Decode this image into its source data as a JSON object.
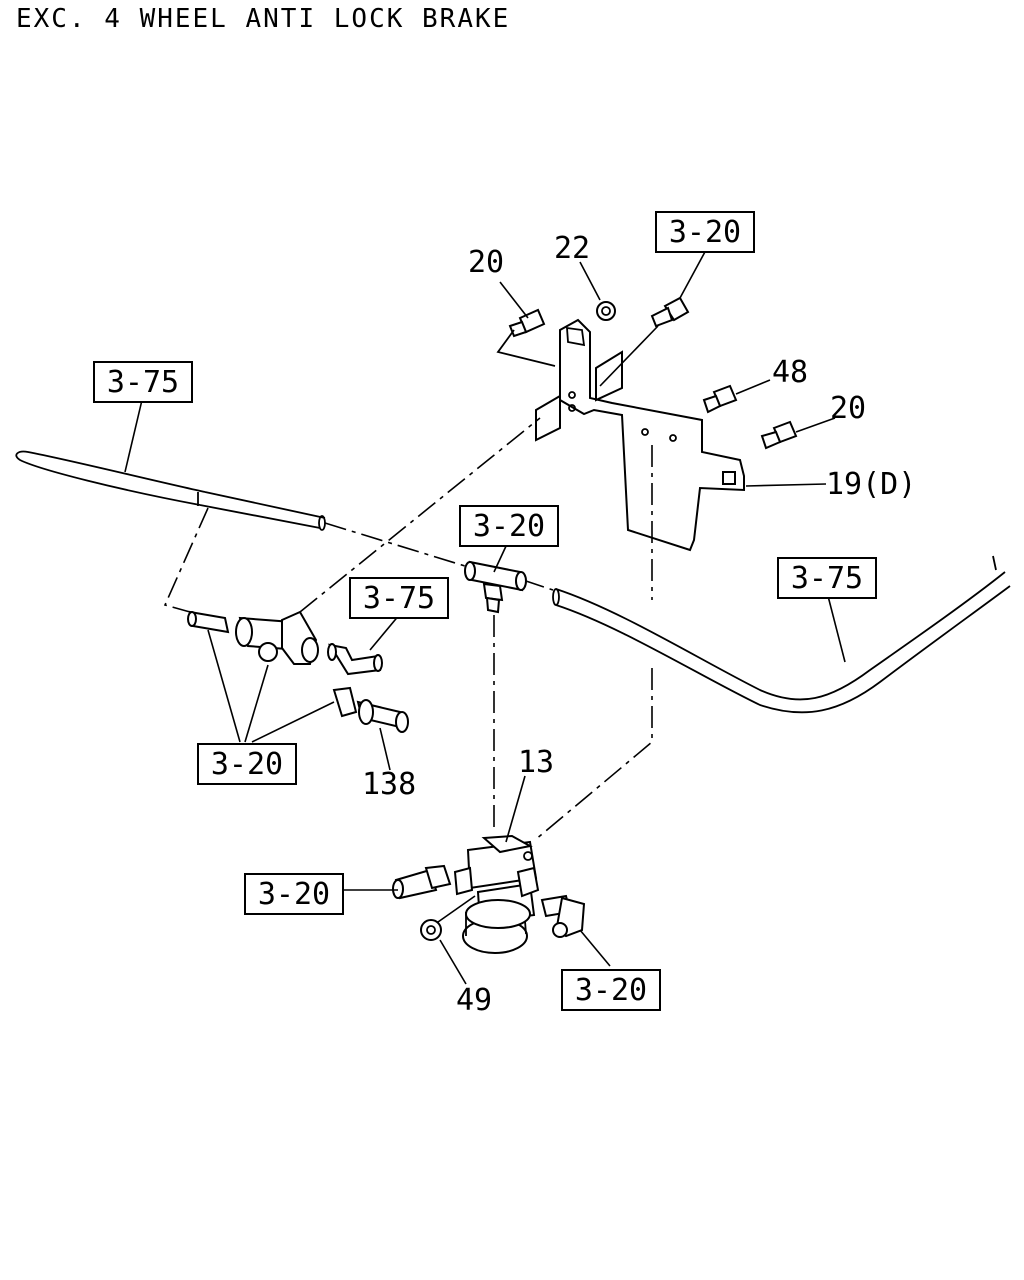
{
  "title": "EXC. 4 WHEEL ANTI LOCK BRAKE",
  "callouts": {
    "ref_3_20_top": "3-20",
    "ref_3_75_left": "3-75",
    "ref_3_20_tee": "3-20",
    "ref_3_75_right": "3-75",
    "ref_3_75_mid": "3-75",
    "ref_3_20_cluster": "3-20",
    "ref_3_20_lower_left": "3-20",
    "ref_3_20_lower_right": "3-20",
    "part_20_left": "20",
    "part_22": "22",
    "part_48": "48",
    "part_20_right": "20",
    "part_19d": "19(D)",
    "part_13": "13",
    "part_138": "138",
    "part_49": "49"
  },
  "colors": {
    "line": "#000000",
    "background": "#ffffff"
  }
}
